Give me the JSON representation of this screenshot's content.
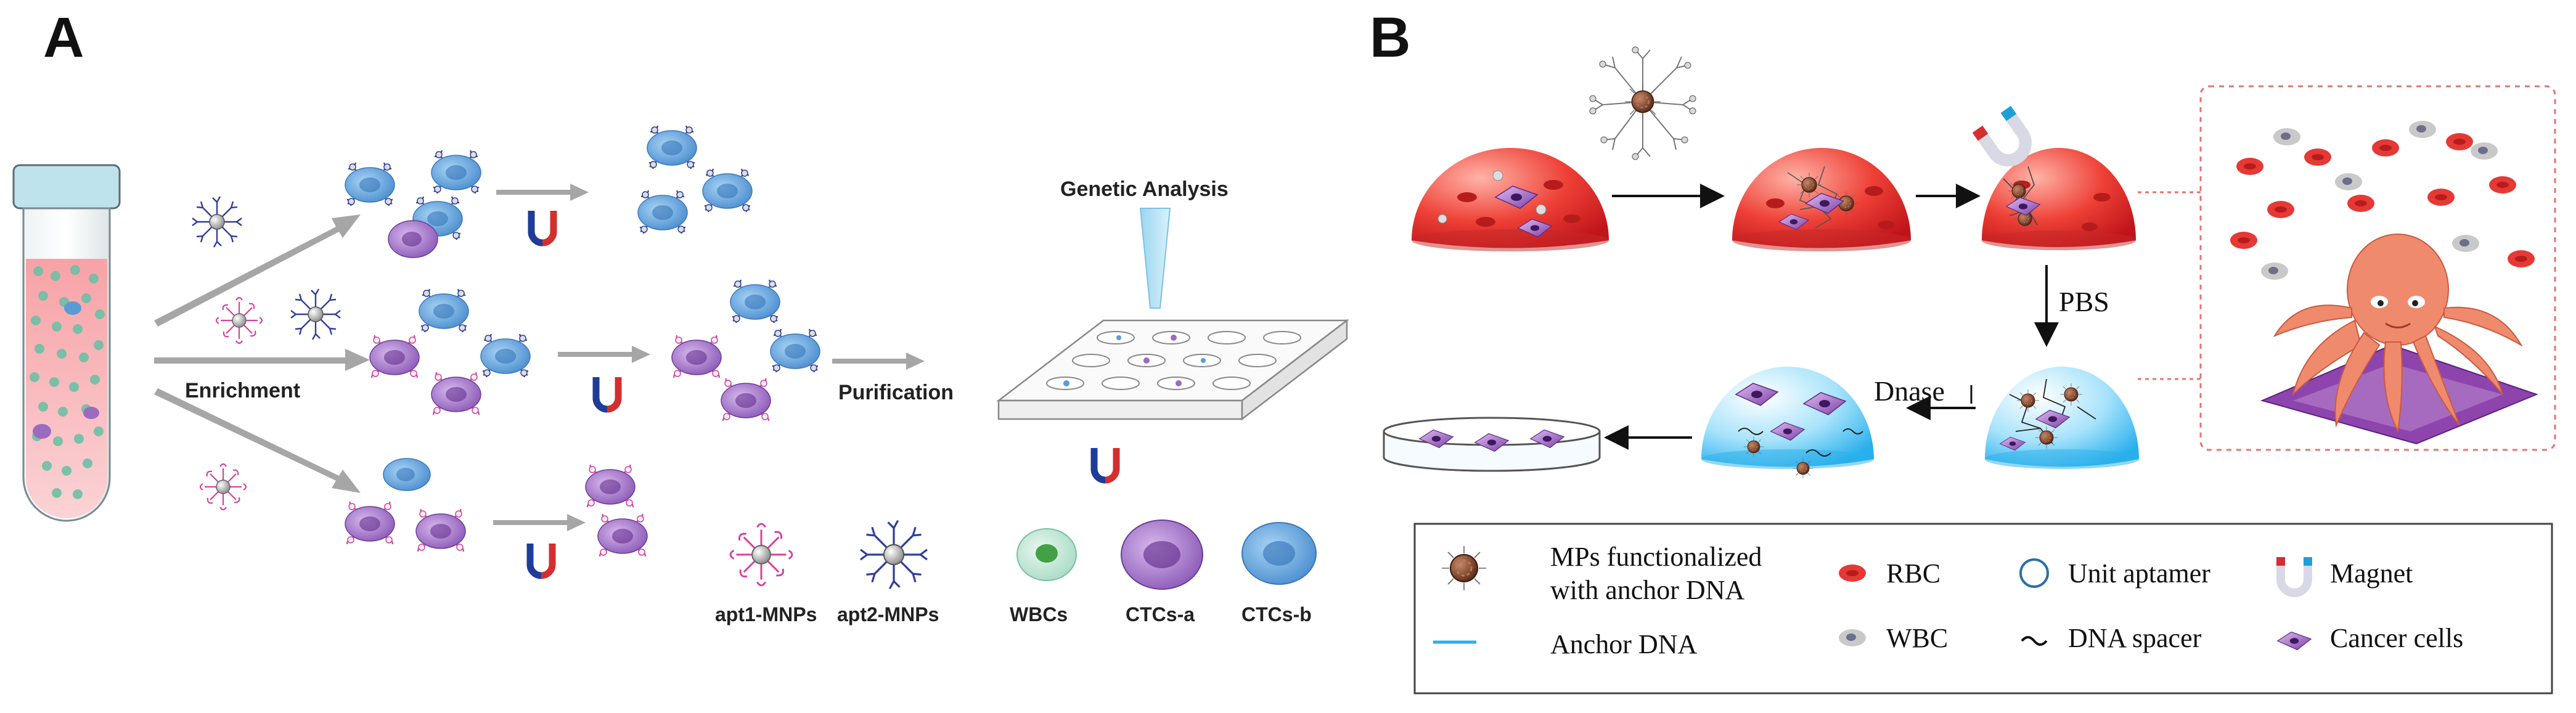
{
  "panels": {
    "a": {
      "letter": "A",
      "labels": {
        "enrichment": "Enrichment",
        "purification": "Purification",
        "genetic_analysis": "Genetic Analysis"
      },
      "legend": [
        {
          "label": "apt1-MNPs",
          "icon": "apt1-mnp-icon"
        },
        {
          "label": "apt2-MNPs",
          "icon": "apt2-mnp-icon"
        },
        {
          "label": "WBCs",
          "icon": "wbc-cell-icon"
        },
        {
          "label": "CTCs-a",
          "icon": "ctc-a-cell-icon"
        },
        {
          "label": "CTCs-b",
          "icon": "ctc-b-cell-icon"
        }
      ]
    },
    "b": {
      "letter": "B",
      "labels": {
        "pbs": "PBS",
        "dnase": "Dnase"
      },
      "legend": [
        {
          "label": "MPs functionalized",
          "icon": "mp-anchor-dna-icon"
        },
        {
          "label": "with anchor DNA",
          "icon": ""
        },
        {
          "label": "Anchor DNA",
          "icon": "anchor-dna-line-icon"
        },
        {
          "label": "RBC",
          "icon": "rbc-icon"
        },
        {
          "label": "WBC",
          "icon": "wbc-icon"
        },
        {
          "label": "Unit aptamer",
          "icon": "aptamer-ring-icon"
        },
        {
          "label": "DNA spacer",
          "icon": "dna-spacer-icon"
        },
        {
          "label": "Magnet",
          "icon": "magnet-icon"
        },
        {
          "label": "Cancer cells",
          "icon": "cancer-cell-icon"
        }
      ]
    }
  },
  "colors": {
    "mnp_pink": "#d6409f",
    "mnp_blue": "#2f3f9e",
    "ctc_blue": "#5b9bd5",
    "ctc_purple": "#9a6cc0",
    "wbc_green": "#43a047",
    "blood_red": "#e53935",
    "gel_blue": "#4fc3f7",
    "arrow_grey": "#a6a6a6"
  }
}
